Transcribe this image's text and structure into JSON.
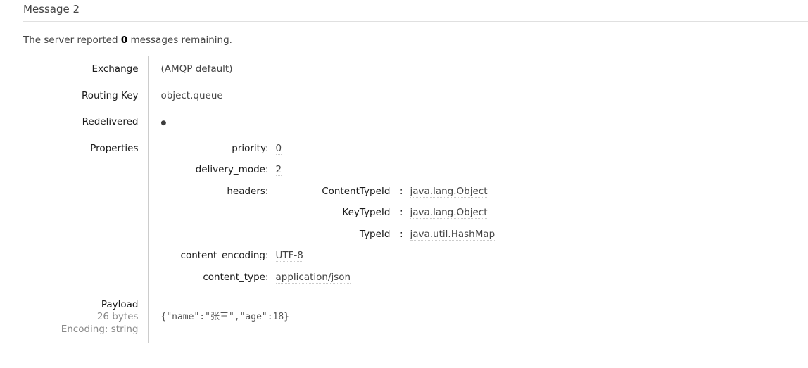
{
  "page": {
    "title": "Message 2",
    "server_note_prefix": "The server reported ",
    "server_note_count": "0",
    "server_note_suffix": " messages remaining."
  },
  "facts": {
    "exchange": {
      "label": "Exchange",
      "value": "(AMQP default)"
    },
    "routing_key": {
      "label": "Routing Key",
      "value": "object.queue"
    },
    "redelivered": {
      "label": "Redelivered",
      "value": "●"
    },
    "properties": {
      "label": "Properties",
      "rows": [
        {
          "key": "priority:",
          "value": "0"
        },
        {
          "key": "delivery_mode:",
          "value": "2"
        }
      ],
      "headers": {
        "key": "headers:",
        "rows": [
          {
            "key": "__ContentTypeId__:",
            "value": "java.lang.Object"
          },
          {
            "key": "__KeyTypeId__:",
            "value": "java.lang.Object"
          },
          {
            "key": "__TypeId__:",
            "value": "java.util.HashMap"
          }
        ]
      },
      "rows_after": [
        {
          "key": "content_encoding:",
          "value": "UTF-8"
        },
        {
          "key": "content_type:",
          "value": "application/json"
        }
      ]
    },
    "payload": {
      "label": "Payload",
      "size": "26 bytes",
      "encoding": "Encoding: string",
      "value": "{\"name\":\"张三\",\"age\":18}"
    }
  },
  "colors": {
    "label_text": "#1a1a1a",
    "value_text": "#444444",
    "muted_text": "#888888",
    "divider": "#cccccc",
    "title_rule": "#e0e0e0",
    "dotted_underline": "#cccccc",
    "background": "#ffffff"
  }
}
